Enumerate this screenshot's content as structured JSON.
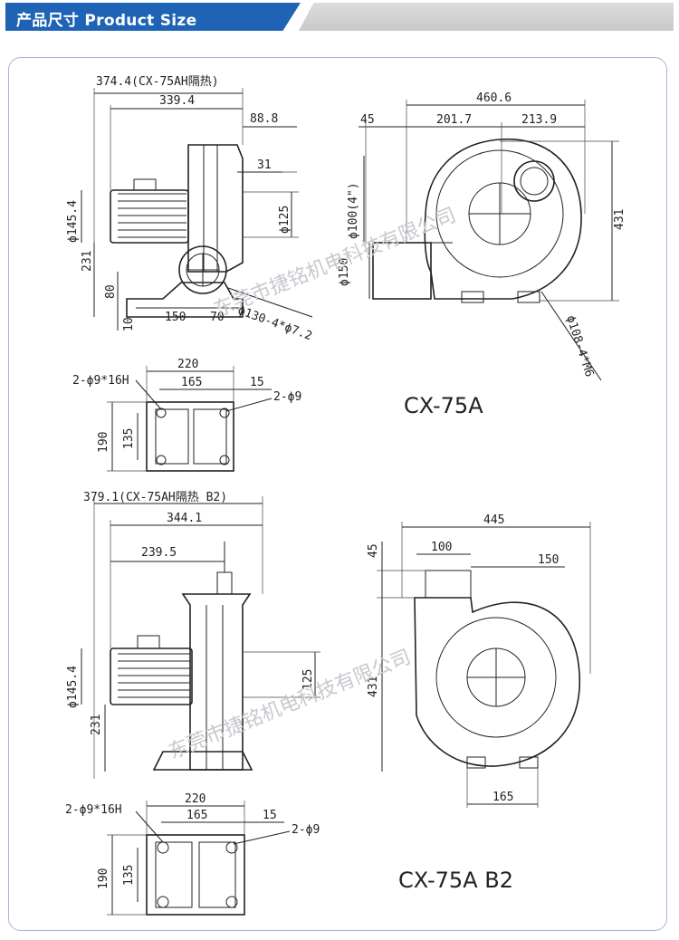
{
  "header": {
    "title": "产品尺寸 Product Size",
    "bar_color": "#1e63b6"
  },
  "top_side_view": {
    "dims": {
      "overall": "374.4(CX-75AH隔热)",
      "d339": "339.4",
      "d88": "88.8",
      "d31": "31",
      "phi125": "ϕ125",
      "phi145": "ϕ145.4",
      "d231": "231",
      "d80": "80",
      "d10": "10",
      "d150": "150",
      "d70": "70",
      "flange": "ϕ130-4*ϕ7.2"
    }
  },
  "top_front_view": {
    "dims": {
      "d460": "460.6",
      "d45": "45",
      "d201": "201.7",
      "d213": "213.9",
      "phi100": "ϕ100(4\")",
      "d431": "431",
      "phi150": "ϕ150",
      "flange": "ϕ108-4*M6"
    }
  },
  "top_base_view": {
    "dims": {
      "d220": "220",
      "d165": "165",
      "d15": "15",
      "holes": "2-ϕ9*16H",
      "holes2": "2-ϕ9",
      "d190": "190",
      "d135": "135"
    },
    "model": "CX-75A"
  },
  "bottom_side_view": {
    "dims": {
      "overall": "379.1(CX-75AH隔热 B2)",
      "d344": "344.1",
      "d239": "239.5",
      "phi145": "ϕ145.4",
      "d125": "125",
      "d231": "231"
    }
  },
  "bottom_front_view": {
    "dims": {
      "d445": "445",
      "d45": "45",
      "d100": "100",
      "d150": "150",
      "d431": "431",
      "d165": "165"
    }
  },
  "bottom_base_view": {
    "dims": {
      "d220": "220",
      "d165": "165",
      "d15": "15",
      "holes": "2-ϕ9*16H",
      "holes2": "2-ϕ9",
      "d190": "190",
      "d135": "135"
    },
    "model": "CX-75A  B2"
  },
  "watermark": {
    "text_a": "东莞市捷铭机电科技有限公司",
    "text_b": "东莞市捷铭机电科技有限公司"
  }
}
